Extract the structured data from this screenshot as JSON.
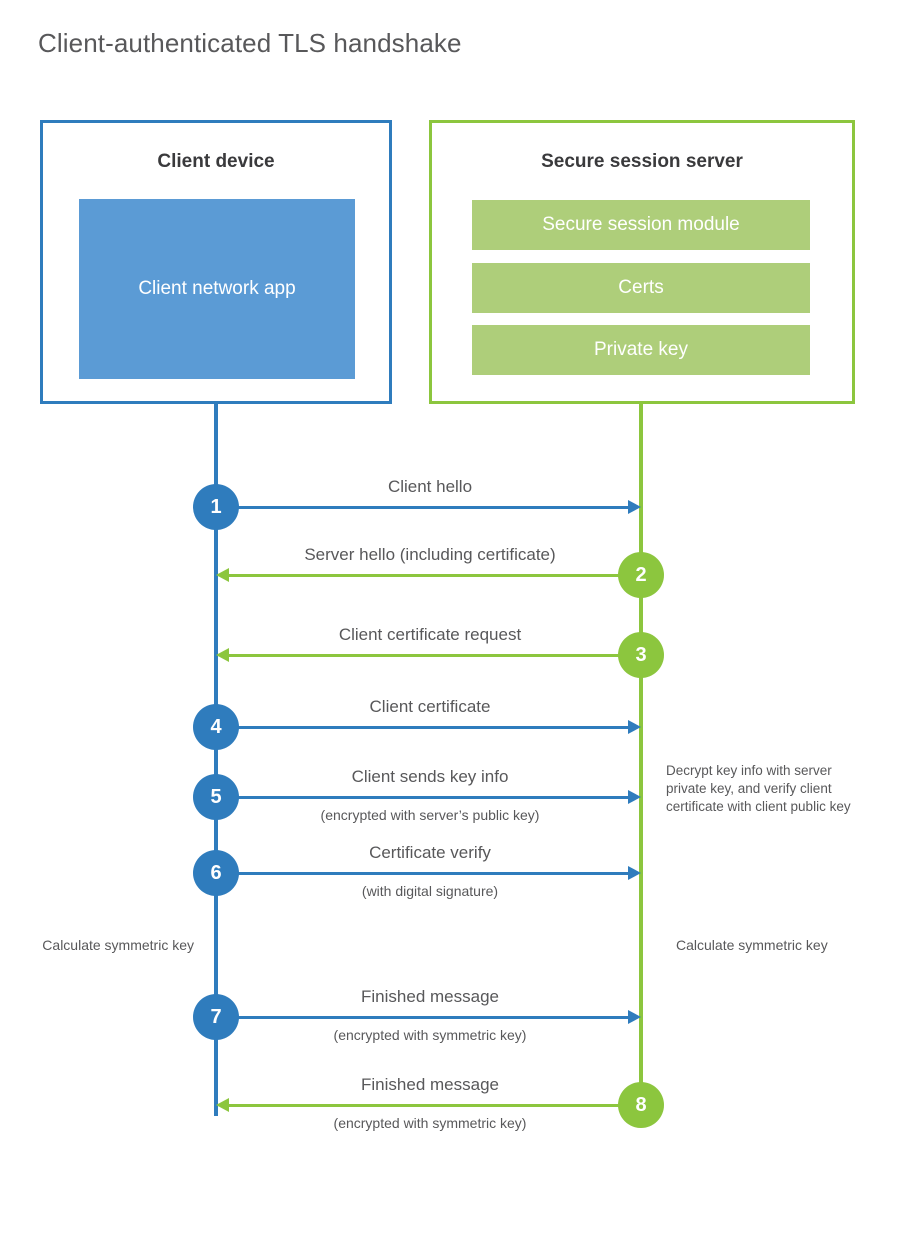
{
  "diagram": {
    "title": "Client-authenticated TLS handshake",
    "colors": {
      "client_blue": "#2f7cbd",
      "client_app_blue": "#5b9bd5",
      "server_green": "#8cc63e",
      "server_bar_green": "#aece7a",
      "text_gray": "#58585a"
    }
  },
  "client": {
    "title": "Client device",
    "app_label": "Client network app",
    "calculate_note": "Calculate symmetric key"
  },
  "server": {
    "title": "Secure session server",
    "bars": [
      {
        "label": "Secure session module"
      },
      {
        "label": "Certs"
      },
      {
        "label": "Private key"
      }
    ],
    "decrypt_note": "Decrypt key info with server private key, and verify client certificate with client public key",
    "calculate_note": "Calculate symmetric key"
  },
  "steps": [
    {
      "number": "1",
      "label": "Client hello",
      "sublabel": "",
      "direction": "client-to-server",
      "color": "blue"
    },
    {
      "number": "2",
      "label": "Server hello (including certificate)",
      "sublabel": "",
      "direction": "server-to-client",
      "color": "green"
    },
    {
      "number": "3",
      "label": "Client certificate request",
      "sublabel": "",
      "direction": "server-to-client",
      "color": "green"
    },
    {
      "number": "4",
      "label": "Client certificate",
      "sublabel": "",
      "direction": "client-to-server",
      "color": "blue"
    },
    {
      "number": "5",
      "label": "Client sends key info",
      "sublabel": "(encrypted with server’s public key)",
      "direction": "client-to-server",
      "color": "blue"
    },
    {
      "number": "6",
      "label": "Certificate verify",
      "sublabel": "(with digital signature)",
      "direction": "client-to-server",
      "color": "blue"
    },
    {
      "number": "7",
      "label": "Finished message",
      "sublabel": "(encrypted with symmetric key)",
      "direction": "client-to-server",
      "color": "blue"
    },
    {
      "number": "8",
      "label": "Finished message",
      "sublabel": "(encrypted with symmetric key)",
      "direction": "server-to-client",
      "color": "green"
    }
  ]
}
